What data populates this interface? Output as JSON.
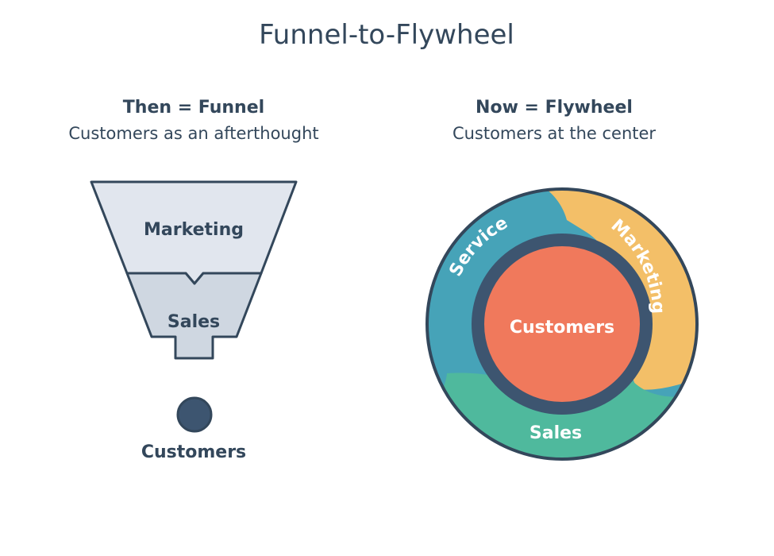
{
  "title": "Funnel-to-Flywheel",
  "funnel": {
    "heading": "Then = Funnel",
    "subheading": "Customers as an afterthought",
    "stage_marketing": "Marketing",
    "stage_sales": "Sales",
    "output_label": "Customers"
  },
  "flywheel": {
    "heading": "Now = Flywheel",
    "subheading": "Customers at the center",
    "segment_service": "Service",
    "segment_marketing": "Marketing",
    "segment_sales": "Sales",
    "center_label": "Customers"
  },
  "colors": {
    "text": "#33475b",
    "outline": "#33475b",
    "funnel_top": "#e1e6ee",
    "funnel_bottom": "#cfd7e1",
    "service": "#46a3b8",
    "marketing": "#f3bf68",
    "sales": "#4fb99d",
    "center": "#f0795c"
  }
}
